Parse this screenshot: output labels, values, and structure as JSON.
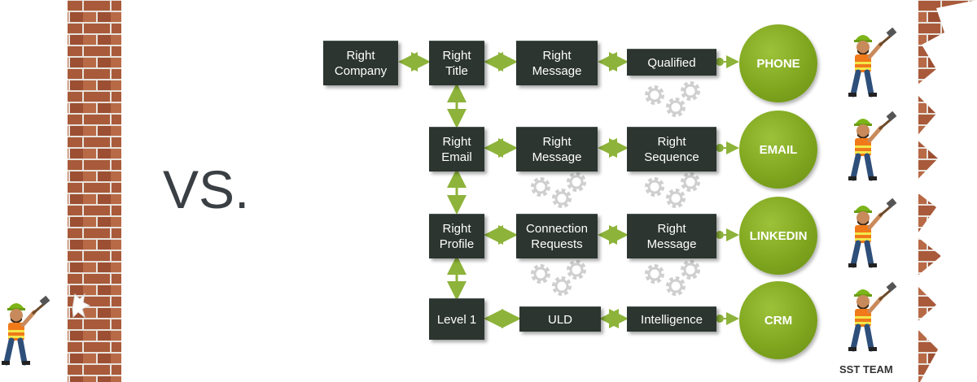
{
  "vs_text": "VS.",
  "team_label": "SST TEAM",
  "boxes": {
    "right_company": "Right\nCompany",
    "right_title": "Right\nTitle",
    "right_message_1": "Right\nMessage",
    "qualified": "Qualified",
    "right_email": "Right\nEmail",
    "right_message_2": "Right\nMessage",
    "right_sequence": "Right\nSequence",
    "right_profile": "Right\nProfile",
    "connection_requests": "Connection\nRequests",
    "right_message_3": "Right\nMessage",
    "level_1": "Level 1",
    "uld": "ULD",
    "intelligence": "Intelligence"
  },
  "channels": {
    "phone": "PHONE",
    "email": "EMAIL",
    "linkedin": "LINKEDIN",
    "crm": "CRM"
  },
  "colors": {
    "box": "#2c3530",
    "channel": "#7fa61e",
    "arrow": "#8db33a",
    "brick": "#a0522d",
    "gear": "#c8c8c8"
  }
}
